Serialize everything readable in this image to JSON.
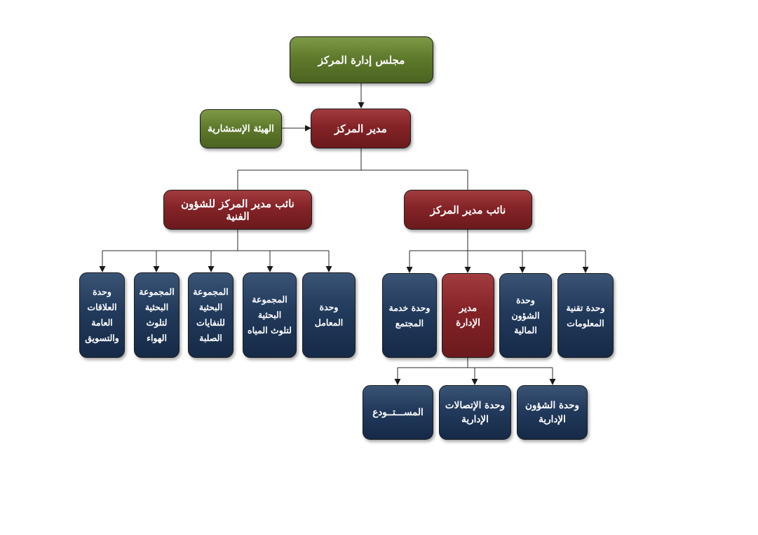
{
  "colors": {
    "green": "#5f7a2c",
    "maroon": "#842327",
    "navy": "#223a5c",
    "connector": "#2a2a2a"
  },
  "nodes": {
    "board": "مجلس إدارة المركز",
    "director": "مدير المركز",
    "advisory": "الهيئة الإستشارية",
    "deputy_technical": "نائب مدير المركز للشؤون الفنية",
    "deputy": "نائب مدير المركز",
    "public_relations": "وحدة العلاقات العامة والتسويق",
    "air_pollution_group": "المجموعة البحثية لتلوث الهواء",
    "solid_waste_group": "المجموعة البحثية للنفايات الصلبة",
    "water_pollution_group": "المجموعة البحثية لتلوث المياه",
    "labs_unit": "وحدة المعامل",
    "community_service": "وحدة خدمة المجتمع",
    "admin_director": "مدير الإدارة",
    "finance_unit": "وحدة الشؤون المالية",
    "it_unit": "وحدة تقنية المعلومات",
    "warehouse": "المســـتــودع",
    "admin_comm_unit": "وحدة الإتصالات الإدارية",
    "admin_affairs_unit": "وحدة الشؤون الإدارية"
  }
}
